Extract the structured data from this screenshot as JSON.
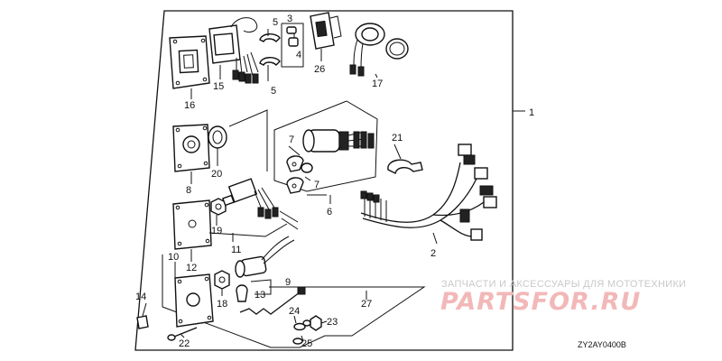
{
  "callouts": [
    "1",
    "2",
    "3",
    "4",
    "5",
    "5",
    "6",
    "7",
    "7",
    "8",
    "9",
    "10",
    "11",
    "12",
    "13",
    "14",
    "15",
    "16",
    "17",
    "18",
    "19",
    "20",
    "21",
    "22",
    "23",
    "24",
    "25",
    "26",
    "27"
  ],
  "diagram_ref": "ZY2AY0400B",
  "watermark": {
    "tagline": "ЗАПЧАСТИ И АКСЕССУАРЫ ДЛЯ МОТОТЕХНИКИ",
    "logo": "PARTSFOR.RU"
  }
}
